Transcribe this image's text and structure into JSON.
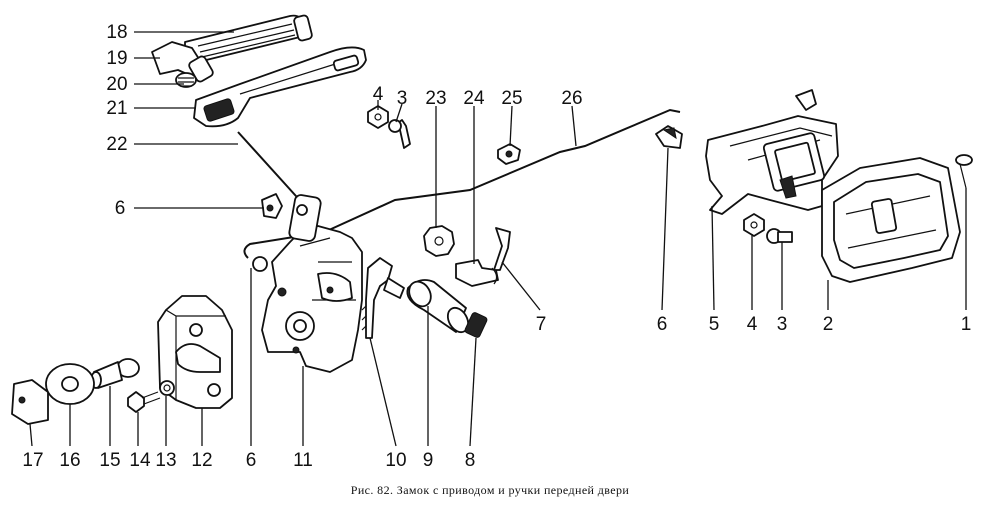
{
  "caption": "Рис. 82. Замок с приводом и ручки передней двери",
  "callouts": {
    "n1": "1",
    "n2": "2",
    "n3a": "3",
    "n3b": "3",
    "n4a": "4",
    "n4b": "4",
    "n5": "5",
    "n6a": "6",
    "n6b": "6",
    "n6c": "6",
    "n7": "7",
    "n8": "8",
    "n9": "9",
    "n10": "10",
    "n11": "11",
    "n12": "12",
    "n13": "13",
    "n14": "14",
    "n15": "15",
    "n16": "16",
    "n17": "17",
    "n18": "18",
    "n19": "19",
    "n20": "20",
    "n21": "21",
    "n22": "22",
    "n23": "23",
    "n24": "24",
    "n25": "25",
    "n26": "26"
  }
}
